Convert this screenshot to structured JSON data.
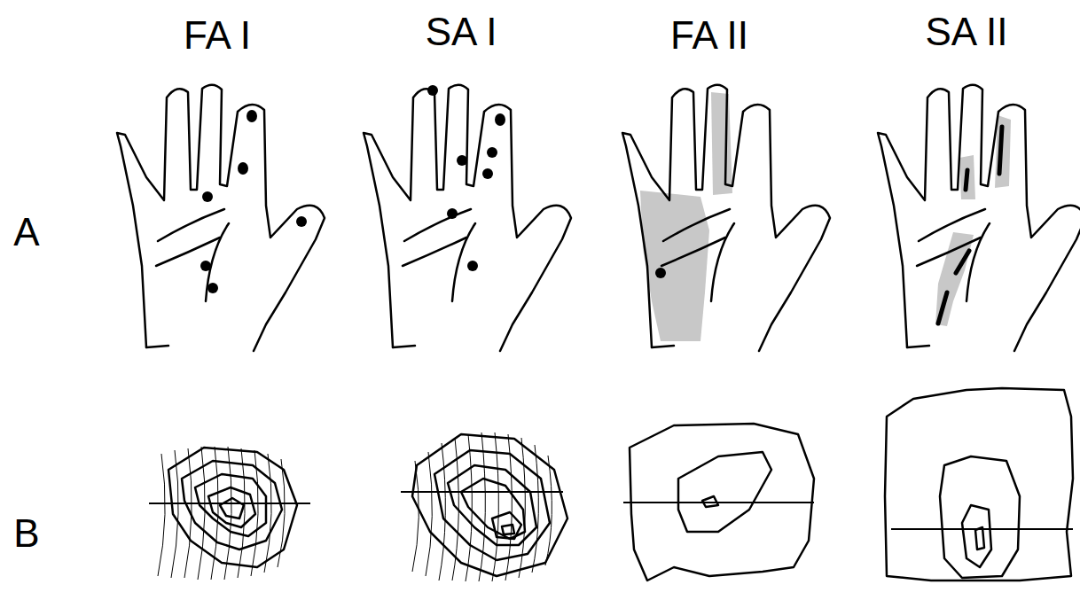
{
  "diagram": {
    "labels": [
      "FA I",
      "SA I",
      "FA II",
      "SA II",
      "A",
      "B"
    ]
  }
}
